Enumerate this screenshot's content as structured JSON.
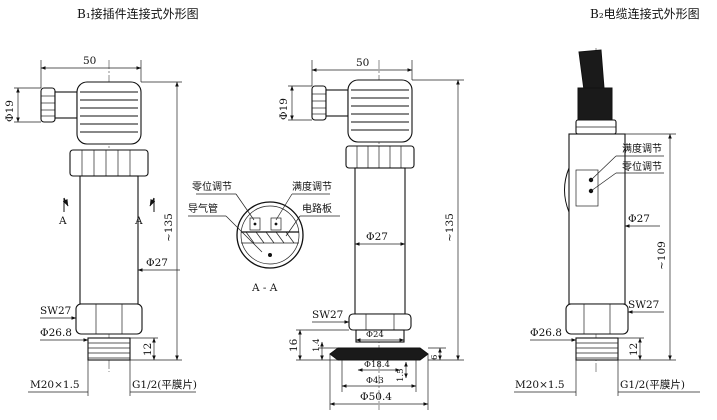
{
  "titles": {
    "connector": "B₁接插件连接式外形图",
    "cable": "B₂电缆连接式外形图"
  },
  "view1": {
    "dim_width": "50",
    "dim_phi19": "Φ19",
    "dim_height": "~135",
    "dim_phi27": "Φ27",
    "dim_sw": "SW27",
    "dim_phi268": "Φ26.8",
    "dim_12": "12",
    "thread_m": "M20×1.5",
    "thread_g": "G1/2(平膜片)",
    "section_mark": "A"
  },
  "section_view": {
    "label_zero": "零位调节",
    "label_span": "满度调节",
    "label_tube": "导气管",
    "label_board": "电路板",
    "caption": "A - A"
  },
  "view2": {
    "dim_width": "50",
    "dim_phi19": "Φ19",
    "dim_height": "~135",
    "dim_phi27": "Φ27",
    "dim_sw": "SW27",
    "dim_phi24": "Φ24",
    "dim_16": "16",
    "dim_14": "1.4",
    "dim_6": "6",
    "dim_phi184": "Φ18.4",
    "dim_15": "1.5",
    "dim_phi43": "Φ43",
    "dim_phi504": "Φ50.4"
  },
  "view3": {
    "label_span": "满度调节",
    "label_zero": "零位调节",
    "dim_phi27": "Φ27",
    "dim_height": "~109",
    "dim_sw": "SW27",
    "dim_phi268": "Φ26.8",
    "dim_12": "12",
    "thread_m": "M20×1.5",
    "thread_g": "G1/2(平膜片)"
  }
}
